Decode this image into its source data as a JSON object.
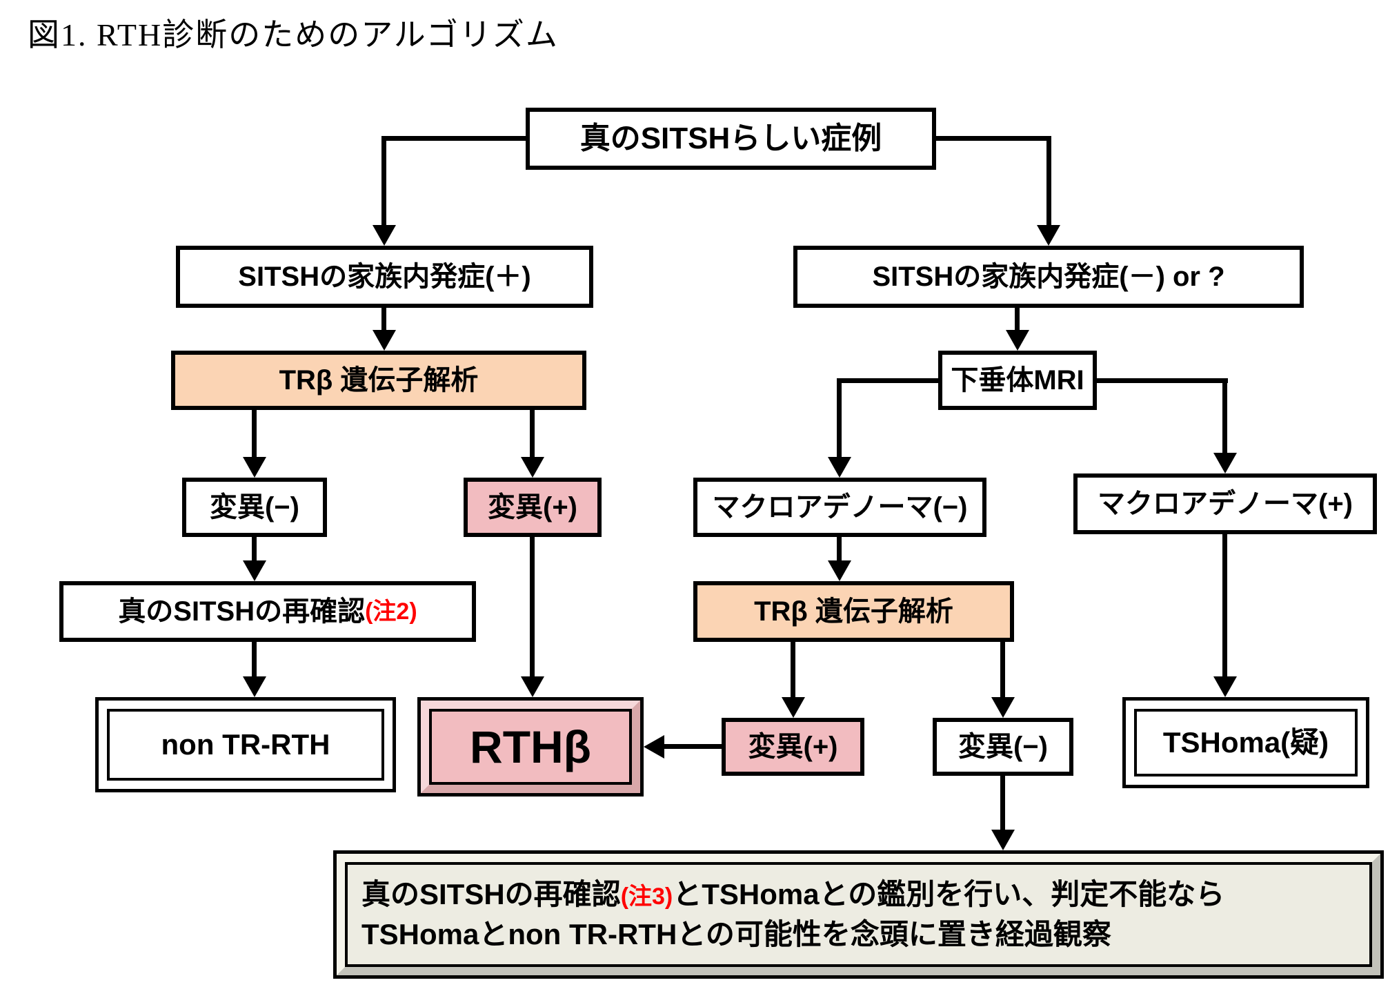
{
  "figure": {
    "title": "図1. RTH診断のためのアルゴリズム"
  },
  "colors": {
    "orange": "#FBD4B4",
    "pink": "#F2BCC0",
    "pink_bevel_light": "#F6D8DA",
    "pink_bevel_dark": "#D9A8AA",
    "cream": "#EDECE2",
    "cream_bevel_dark": "#C2C2BA",
    "note_red": "#FF0000",
    "line_black": "#000000"
  },
  "nodes": {
    "true_sitsh": {
      "label": "真のSITSHらしい症例"
    },
    "family_plus": {
      "label": "SITSHの家族内発症(＋)"
    },
    "family_minus": {
      "label": "SITSHの家族内発症(－) or ?"
    },
    "trb_left": {
      "label": "TRβ 遺伝子解析"
    },
    "mut_minus_left": {
      "label": "変異(−)"
    },
    "mut_plus_left": {
      "label": "変異(+)"
    },
    "pituitary_mri": {
      "label": "下垂体MRI"
    },
    "macro_minus": {
      "label": "マクロアデノーマ(−)"
    },
    "macro_plus": {
      "label": "マクロアデノーマ(+)"
    },
    "recheck": {
      "label": "真のSITSHの再確認",
      "note": "(注2)"
    },
    "trb_right": {
      "label": "TRβ 遺伝子解析"
    },
    "non_tr_rth": {
      "label": "non TR-RTH"
    },
    "rth_beta": {
      "label": "RTHβ"
    },
    "mut_plus_right": {
      "label": "変異(+)"
    },
    "mut_minus_right": {
      "label": "変異(−)"
    },
    "tshoma": {
      "label": "TSHoma(疑)"
    },
    "outcome": {
      "line1_pre": "真のSITSHの再確認",
      "line1_note": "(注3)",
      "line1_post": "とTSHomaとの鑑別を行い、判定不能なら",
      "line2": "TSHomaとnon TR-RTHとの可能性を念頭に置き経過観察"
    }
  }
}
